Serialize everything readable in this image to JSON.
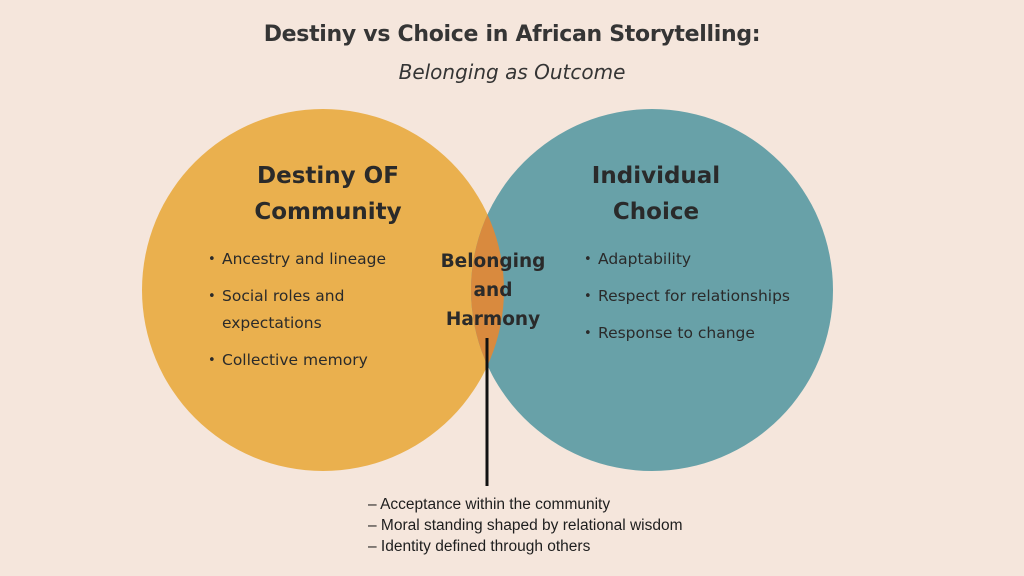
{
  "title": "Destiny vs Choice in African Storytelling:",
  "subtitle": "Belonging as Outcome",
  "colors": {
    "background": "#f5e6dc",
    "destiny_circle": "#eab04e",
    "choice_circle": "#68a1a8",
    "overlap": "#d98a3e",
    "connector_line": "#111111"
  },
  "left_circle": {
    "heading_line1": "Destiny OF",
    "heading_line2": "Community",
    "items": [
      "Ancestry and lineage",
      "Social roles and expectations",
      "Collective memory"
    ]
  },
  "right_circle": {
    "heading_line1": "Individual",
    "heading_line2": "Choice",
    "items": [
      "Adaptability",
      "Respect for relationships",
      "Response to change"
    ]
  },
  "overlap": {
    "line1": "Belonging",
    "line2": "and",
    "line3": "Harmony"
  },
  "outcomes": [
    "– Acceptance within the community",
    "– Moral standing shaped by relational wisdom",
    "– Identity defined through others"
  ]
}
